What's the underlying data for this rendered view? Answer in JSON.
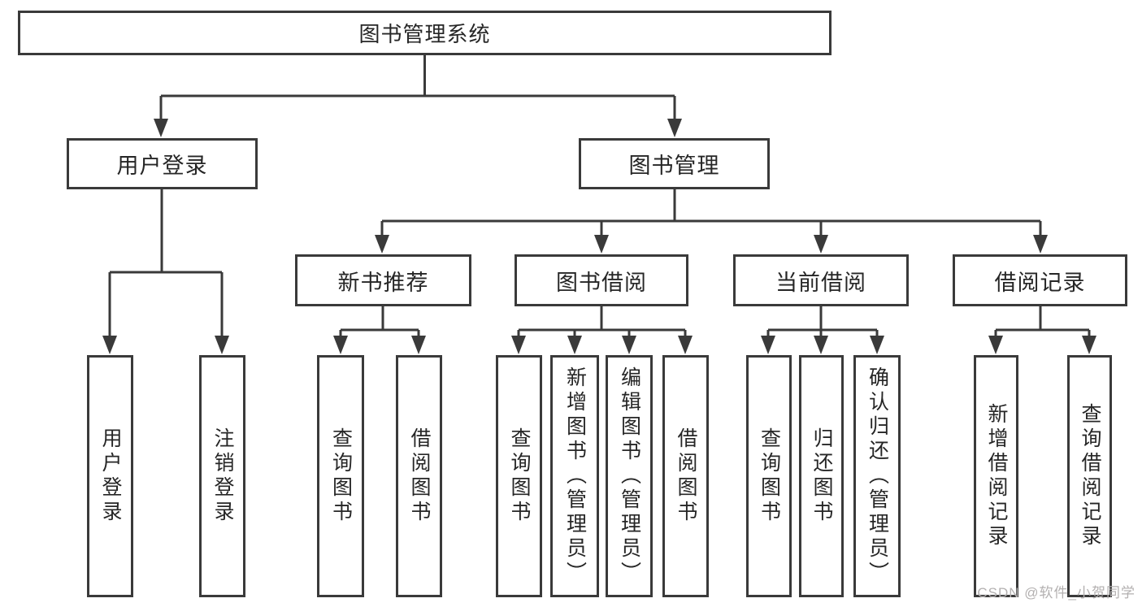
{
  "diagram": {
    "root": "图书管理系统",
    "level2": [
      {
        "label": "用户登录",
        "children": [
          "用户登录",
          "注销登录"
        ]
      },
      {
        "label": "图书管理"
      }
    ],
    "level3": [
      {
        "label": "新书推荐",
        "children": [
          "查询图书",
          "借阅图书"
        ]
      },
      {
        "label": "图书借阅",
        "children": [
          "查询图书",
          "新增图书（管理员）",
          "编辑图书（管理员）",
          "借阅图书"
        ]
      },
      {
        "label": "当前借阅",
        "children": [
          "查询图书",
          "归还图书",
          "确认归还（管理员）"
        ]
      },
      {
        "label": "借阅记录",
        "children": [
          "新增借阅记录",
          "查询借阅记录"
        ]
      }
    ]
  },
  "watermark": "CSDN @软件_小贺同学",
  "colors": {
    "line": "#3a3a3a",
    "text": "#262626",
    "watermark": "#b3b0b0",
    "background": "#ffffff"
  }
}
